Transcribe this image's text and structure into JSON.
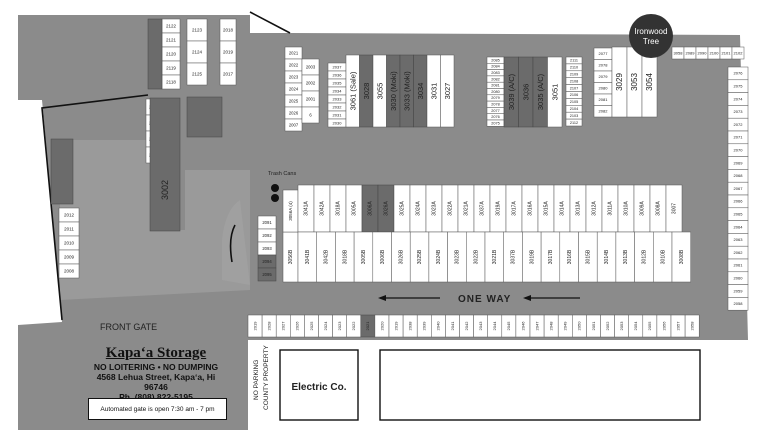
{
  "facility": {
    "name": "Kapaʻa Storage",
    "rules": "NO LOITERING • NO DUMPING",
    "address": "4568 Lehua Street, Kapaʻa, Hi 96746",
    "phone": "Ph. (808) 822-5195",
    "gate_hours": "Automated gate is open 7:30 am - 7 pm"
  },
  "labels": {
    "front_gate": "FRONT GATE",
    "one_way": "ONE WAY",
    "no_parking_1": "NO PARKING",
    "no_parking_2": "COUNTY PROPERTY",
    "electric": "Electric Co.",
    "tree_1": "Ironwood",
    "tree_2": "Tree",
    "trash": "Trash Cans",
    "big_unit": "3002"
  },
  "unit_groups": {
    "nw_left": [
      "2122",
      "2121",
      "2120",
      "2119",
      "2118"
    ],
    "nw_right": [
      "2018",
      "2019"
    ],
    "nw_mid": [
      "2123",
      "2124",
      "2125"
    ],
    "nw_2017": "2017",
    "west_col": [
      "2013",
      "2014",
      "2015",
      "2016"
    ],
    "sw_col": [
      "2012",
      "2011",
      "2010",
      "2009",
      "2008"
    ],
    "top_left_col": [
      "2021",
      "2022",
      "2023",
      "2024",
      "2025",
      "2026",
      "2007"
    ],
    "top_mid_col": [
      "2003",
      "2002",
      "2001",
      "6"
    ],
    "top_small_col": [
      "2037",
      "2036",
      "2035",
      "2034",
      "2033",
      "2032",
      "2031",
      "2030"
    ],
    "top_big": [
      {
        "label": "3061 (Sale)",
        "dark": false
      },
      {
        "label": "3028",
        "dark": true
      },
      {
        "label": "3055",
        "dark": false
      },
      {
        "label": "3030 (Moki)",
        "dark": true
      },
      {
        "label": "3033 (Moki)",
        "dark": true
      },
      {
        "label": "3034",
        "dark": true
      },
      {
        "label": "3031",
        "dark": false
      },
      {
        "label": "3027",
        "dark": false
      }
    ],
    "top_small_col2": [
      "2085",
      "2084",
      "2083",
      "2082",
      "2081",
      "2080",
      "2079",
      "2078",
      "2077",
      "2076",
      "2075"
    ],
    "top_big2": [
      {
        "label": "3039 (A/C)",
        "dark": true
      },
      {
        "label": "3036",
        "dark": true
      },
      {
        "label": "3035 (A/C)",
        "dark": true
      },
      {
        "label": "3051",
        "dark": false
      }
    ],
    "top_small_col3": [
      "2111",
      "2110",
      "2109",
      "2108",
      "2107",
      "2106",
      "2105",
      "2104",
      "2103",
      "2112"
    ],
    "top_right_small": [
      "2077",
      "2078",
      "2079",
      "2080",
      "2081",
      "2082"
    ],
    "top_right_big": [
      "3029",
      "3053",
      "3054"
    ],
    "top_row_right": [
      "3058",
      "2089",
      "2090",
      "2100",
      "2101",
      "2102"
    ],
    "east_col": [
      "2076",
      "2075",
      "2074",
      "2073",
      "2072",
      "2071",
      "2070",
      "2069",
      "2068",
      "2067",
      "2066",
      "2065",
      "2064",
      "2063",
      "2062",
      "2061",
      "2060",
      "2059",
      "2058"
    ],
    "center_left_small": [
      "2091",
      "2092",
      "2093",
      "2094",
      "2095"
    ],
    "center_left_dark": [
      "2004",
      "2005"
    ],
    "center_3056": [
      "3056B",
      "3056A (4)",
      "3041A"
    ],
    "center_top": [
      "3041A",
      "3042A",
      "3018A",
      "3005A",
      "3006A",
      "3026A",
      "3025A",
      "3024A",
      "3023A",
      "3022A",
      "3021A",
      "3037A",
      "3019A",
      "3017A",
      "3016A",
      "3015A",
      "3014A",
      "3013A",
      "3012A",
      "3011A",
      "3010A",
      "3009A",
      "3008A",
      "3007"
    ],
    "center_top_dark": [
      4,
      5
    ],
    "center_bottom": [
      "3041B",
      "3042B",
      "3018B",
      "3005B",
      "3006B",
      "3026B",
      "3025B",
      "3024B",
      "3023B",
      "3022B",
      "3021B",
      "3037B",
      "3019B",
      "3017B",
      "3016B",
      "3015B",
      "3014B",
      "3013B",
      "3012B",
      "3010B",
      "3008B"
    ],
    "bottom_row": [
      "2019",
      "2028",
      "2027",
      "2026",
      "2025",
      "2024",
      "2023",
      "2022",
      "2021",
      "2020",
      "2019",
      "2038",
      "2039",
      "2040",
      "2041",
      "2042",
      "2043",
      "2044",
      "2045",
      "2046",
      "2047",
      "2048",
      "2049",
      "2050",
      "2051",
      "2052",
      "2053",
      "2054",
      "2055",
      "2056",
      "2057",
      "2058"
    ],
    "bottom_row_dark": [
      8
    ]
  }
}
